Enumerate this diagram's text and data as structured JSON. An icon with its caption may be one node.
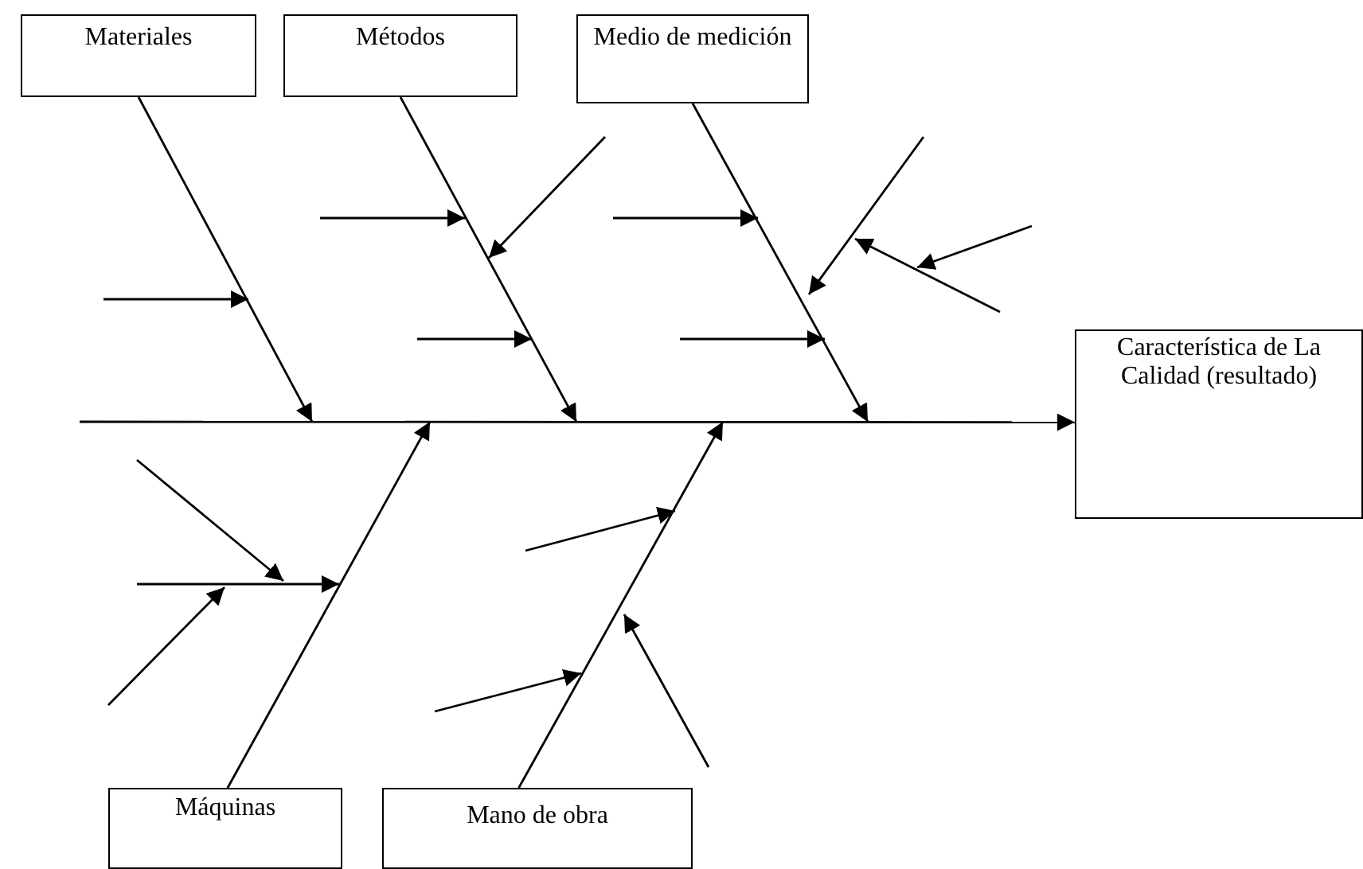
{
  "diagram": {
    "nodes": [
      {
        "text": [
          "Materiales"
        ]
      },
      {
        "text": [
          "Métodos"
        ]
      },
      {
        "text": [
          "Medio de medición"
        ]
      },
      {
        "text": [
          "Característica de La Calidad (resultado)"
        ]
      },
      {
        "text": [
          "Máquinas"
        ]
      },
      {
        "text": [
          "Mano de obra"
        ]
      }
    ],
    "edges": [
      {
        "from": null,
        "to": 3,
        "arrow": "to"
      },
      {
        "from": 0,
        "to": null,
        "arrow": "to"
      },
      {
        "from": 1,
        "to": null,
        "arrow": "to"
      },
      {
        "from": 2,
        "to": null,
        "arrow": "to"
      },
      {
        "from": 4,
        "to": null,
        "arrow": "to"
      },
      {
        "from": 5,
        "to": null,
        "arrow": "to"
      }
    ]
  }
}
